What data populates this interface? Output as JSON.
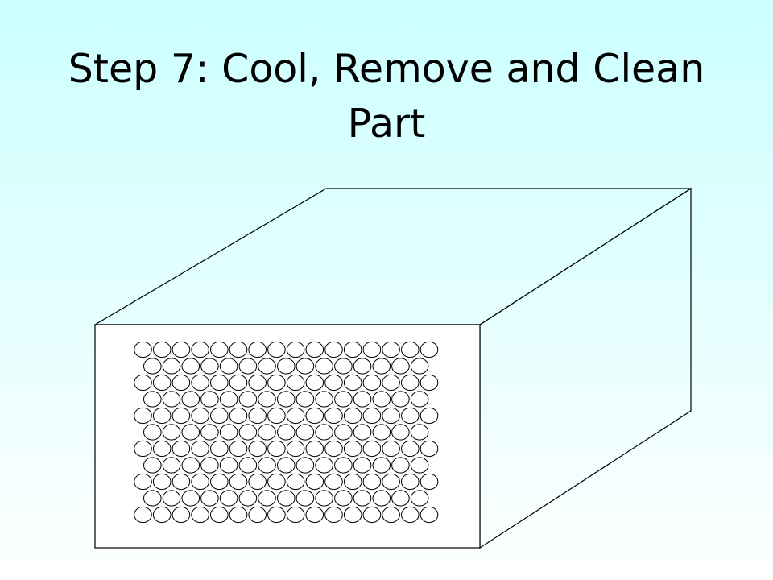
{
  "slide": {
    "title_line1": "Step 7: Cool, Remove and Clean",
    "title_line2": "Part"
  },
  "diagram": {
    "object": "rectangular block",
    "front_face_pattern": "hexagonally packed circles",
    "rows": 11,
    "circles_per_long_row": 16,
    "circles_per_short_row": 15,
    "colors": {
      "stroke": "#000000",
      "fill": "#ffffff"
    }
  }
}
